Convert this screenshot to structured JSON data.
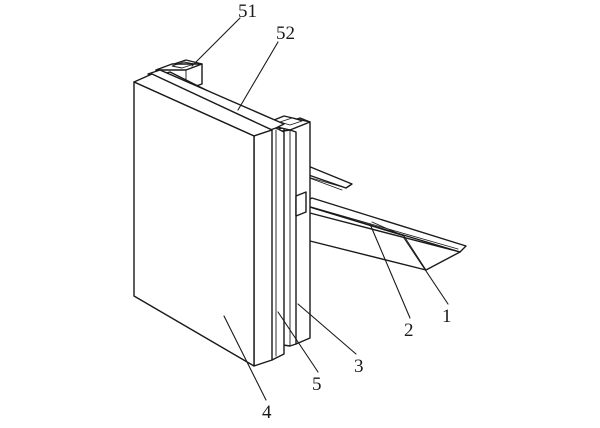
{
  "labels": {
    "l51": "51",
    "l52": "52",
    "l1": "1",
    "l2": "2",
    "l3": "3",
    "l4": "4",
    "l5": "5"
  },
  "colors": {
    "line": "#1a1a1a",
    "background": "#ffffff"
  }
}
